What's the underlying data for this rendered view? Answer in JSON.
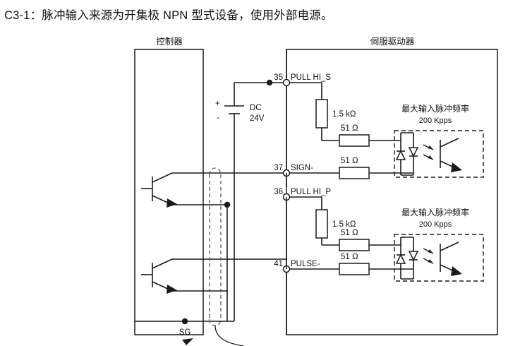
{
  "title": "C3-1：脉冲输入来源为开集极 NPN 型式设备，使用外部电源。",
  "blocks": {
    "controller_label": "控制器",
    "servo_label": "伺服驱动器"
  },
  "power_supply": {
    "name": "DC 24V external supply",
    "line1": "DC",
    "line2": "24V",
    "plus": "+",
    "minus": "-"
  },
  "terminals": [
    {
      "number": "35",
      "label": "PULL HI_S"
    },
    {
      "number": "37",
      "label": "SIGN-"
    },
    {
      "number": "36",
      "label": "PULL HI_P"
    },
    {
      "number": "41",
      "label": "PULSE-"
    }
  ],
  "resistors": {
    "pullup_sign": "1.5 kΩ",
    "series_sign_top": "51 Ω",
    "series_sign_bottom": "51 Ω",
    "pullup_pulse": "1.5 kΩ",
    "series_pulse_top": "51 Ω",
    "series_pulse_bottom": "51 Ω"
  },
  "annotations": [
    {
      "line1": "最大输入脉冲频率",
      "line2": "200 Kpps"
    },
    {
      "line1": "最大输入脉冲频率",
      "line2": "200 Kpps"
    }
  ],
  "ground": {
    "label": "SG"
  },
  "colors": {
    "ink": "#1a1a1a",
    "shield": "#555555",
    "background": "#ffffff"
  }
}
